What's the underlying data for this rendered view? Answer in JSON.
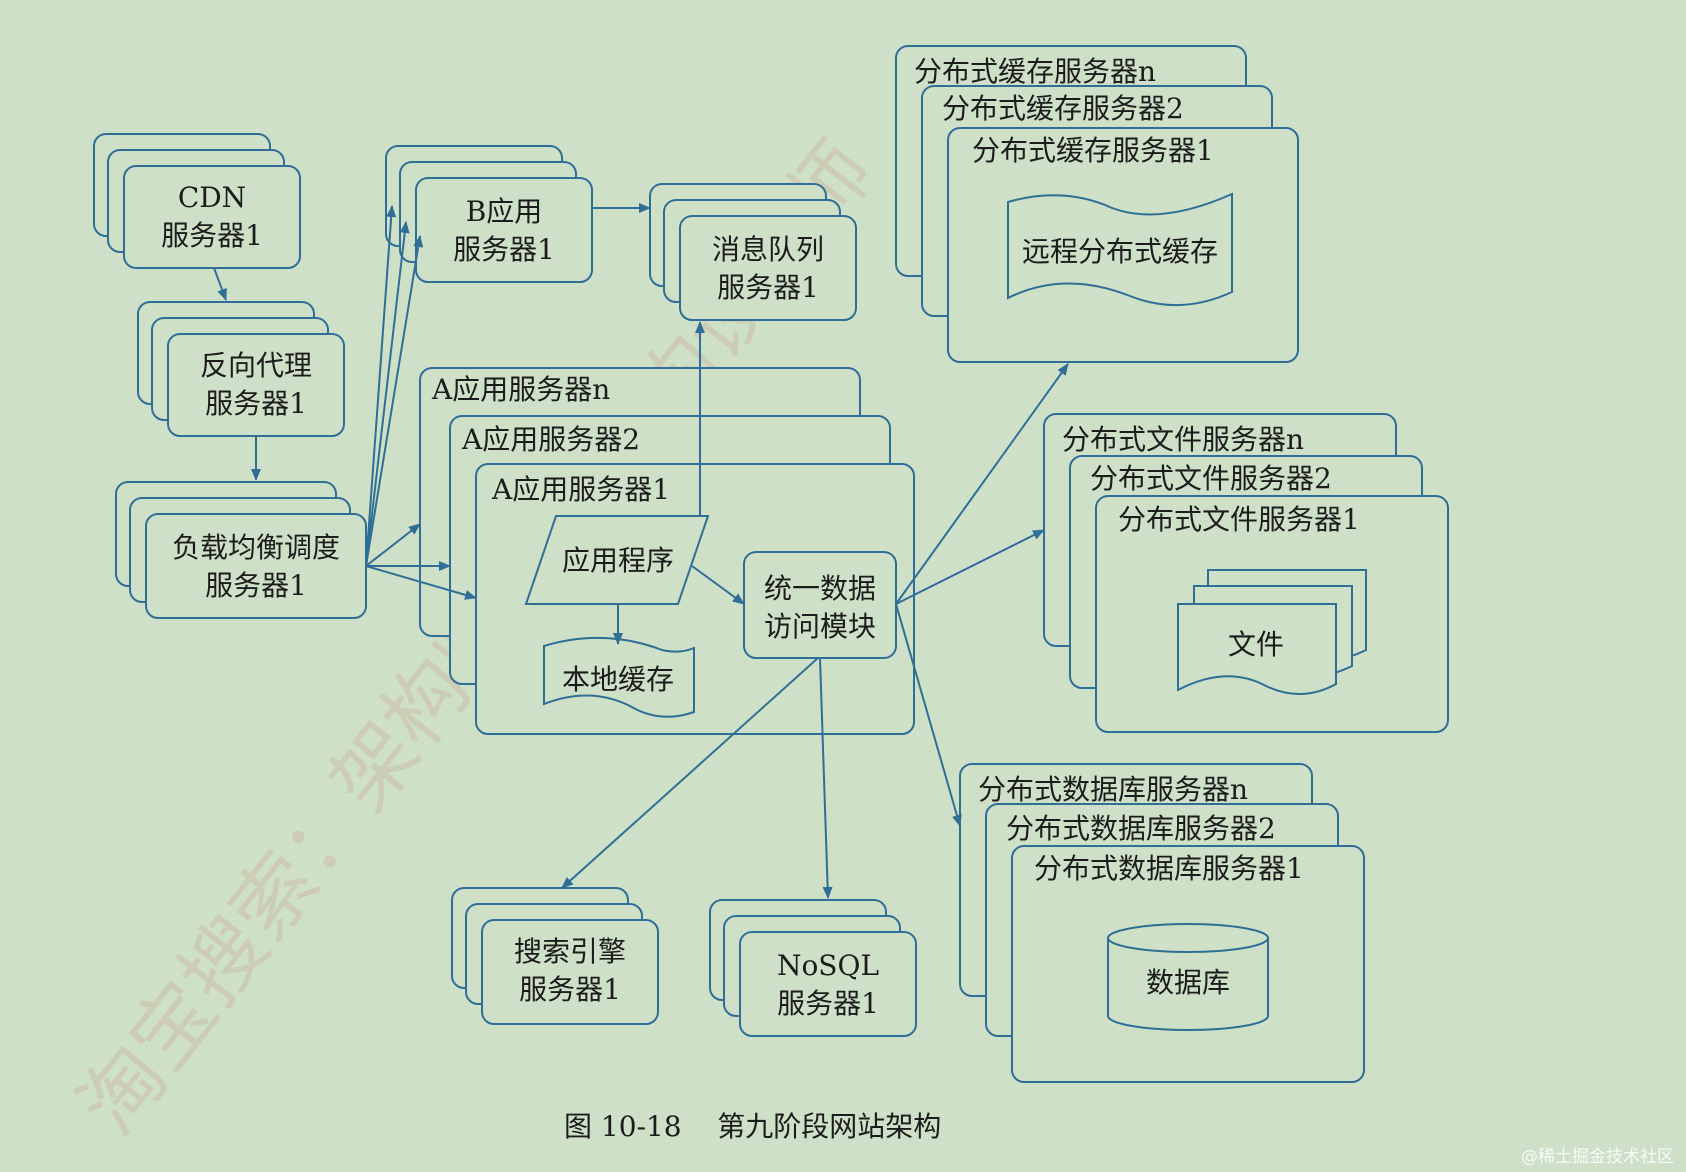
{
  "colors": {
    "background": "#cfe0c8",
    "line": "#2f6f96",
    "text": "#1c1c1c"
  },
  "nodes": {
    "cdn": {
      "lines": [
        "CDN",
        "服务器1"
      ]
    },
    "proxy": {
      "lines": [
        "反向代理",
        "服务器1"
      ]
    },
    "lb": {
      "lines": [
        "负载均衡调度",
        "服务器1"
      ]
    },
    "bapp": {
      "lines": [
        "B应用",
        "服务器1"
      ]
    },
    "mq": {
      "lines": [
        "消息队列",
        "服务器1"
      ]
    },
    "aapp_n": {
      "label": "A应用服务器n"
    },
    "aapp_2": {
      "label": "A应用服务器2"
    },
    "aapp_1": {
      "label": "A应用服务器1"
    },
    "app_prog": {
      "label": "应用程序"
    },
    "local_cache": {
      "label": "本地缓存"
    },
    "uda": {
      "lines": [
        "统一数据",
        "访问模块"
      ]
    },
    "search": {
      "lines": [
        "搜索引擎",
        "服务器1"
      ]
    },
    "nosql": {
      "lines": [
        "NoSQL",
        "服务器1"
      ]
    },
    "cache_n": {
      "label": "分布式缓存服务器n"
    },
    "cache_2": {
      "label": "分布式缓存服务器2"
    },
    "cache_1": {
      "label": "分布式缓存服务器1"
    },
    "remote_cache": {
      "label": "远程分布式缓存"
    },
    "file_n": {
      "label": "分布式文件服务器n"
    },
    "file_2": {
      "label": "分布式文件服务器2"
    },
    "file_1": {
      "label": "分布式文件服务器1"
    },
    "file_doc": {
      "label": "文件"
    },
    "db_n": {
      "label": "分布式数据库服务器n"
    },
    "db_2": {
      "label": "分布式数据库服务器2"
    },
    "db_1": {
      "label": "分布式数据库服务器1"
    },
    "db": {
      "label": "数据库"
    }
  },
  "caption": "图 10-18    第九阶段网站架构",
  "watermark": "淘宝搜索：架构师系统架构设计师",
  "credit": "@稀土掘金技术社区"
}
